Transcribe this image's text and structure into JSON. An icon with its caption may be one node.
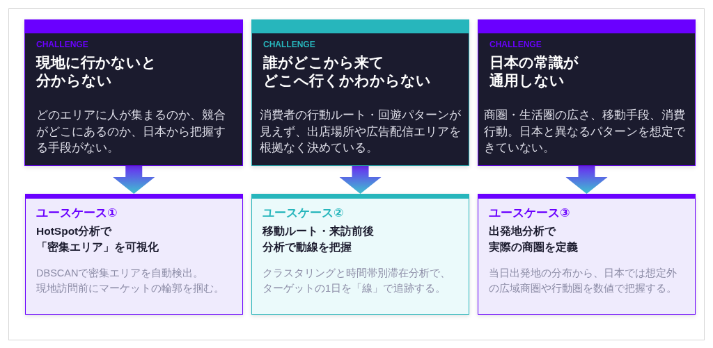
{
  "diagram": {
    "nodes": [
      {
        "text": [
          "CHALLENGE",
          "現地に行かないと分からない",
          "どのエリアに人が集まるのか、競合がどこにあるのか、日本から把握する手段がない。"
        ]
      },
      {
        "text": [
          "CHALLENGE",
          "誰がどこから来てどこへ行くかわからない",
          "消費者の行動ルート・回遊パターンが見えず、出店場所や広告配信エリアを根拠なく決めている。"
        ]
      },
      {
        "text": [
          "CHALLENGE",
          "日本の常識が通用しない",
          "商圏・生活圏の広さ、移動手段、消費行動。日本と異なるパターンを想定できていない。"
        ]
      },
      {
        "text": [
          "ユースケース①",
          "HotSpot分析で「密集エリア」を可視化",
          "DBSCANで密集エリアを自動検出。現地訪問前にマーケットの輪郭を掴む。"
        ]
      },
      {
        "text": [
          "ユースケース②",
          "移動ルート・来訪前後分析で動線を把握",
          "クラスタリングと時間帯別滞在分析で、ターゲットの1日を「線」で追跡する。"
        ]
      },
      {
        "text": [
          "ユースケース③",
          "出発地分析で実際の商圏を定義",
          "当日出発地の分布から、日本では想定外の広域商圏や行動圏を数値で把握する。"
        ]
      }
    ],
    "edges": [
      {
        "from": 0,
        "to": 3,
        "arrow": "to"
      },
      {
        "from": 1,
        "to": 4,
        "arrow": "to"
      },
      {
        "from": 2,
        "to": 5,
        "arrow": "to"
      }
    ]
  }
}
